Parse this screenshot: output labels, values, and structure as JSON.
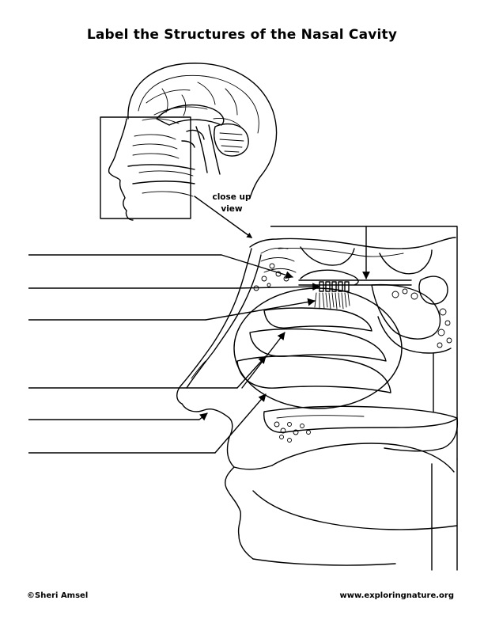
{
  "worksheet": {
    "title": "Label the Structures of the Nasal Cavity",
    "zoom_label_line1": "close up",
    "zoom_label_line2": "view"
  },
  "label_blanks": [
    {
      "side": "left",
      "text": ""
    },
    {
      "side": "left",
      "text": ""
    },
    {
      "side": "left",
      "text": ""
    },
    {
      "side": "left",
      "text": ""
    },
    {
      "side": "left",
      "text": ""
    },
    {
      "side": "left",
      "text": ""
    },
    {
      "side": "top",
      "text": ""
    }
  ],
  "footer": {
    "copyright": "©Sheri Amsel",
    "website": "www.exploringnature.org"
  }
}
